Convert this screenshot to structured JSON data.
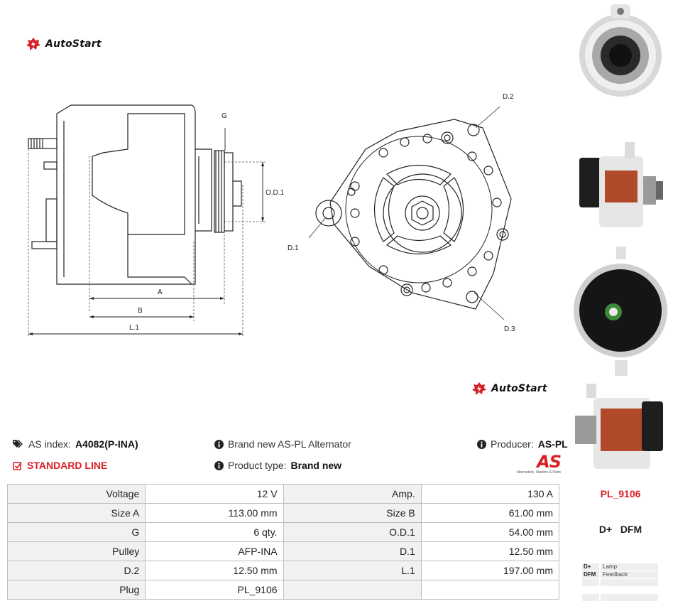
{
  "brand": {
    "name": "AutoStart",
    "color": "#d91f26"
  },
  "drawing": {
    "labels": {
      "g": "G",
      "od1": "O.D.1",
      "a": "A",
      "b": "B",
      "l1": "L.1",
      "d1": "D.1",
      "d2": "D.2",
      "d3": "D.3"
    }
  },
  "info": {
    "as_index_label": "AS index:",
    "as_index_value": "A4082(P-INA)",
    "standard_line": "STANDARD LINE",
    "description": "Brand new AS-PL Alternator",
    "product_type_label": "Product type:",
    "product_type_value": "Brand new",
    "producer_label": "Producer:",
    "producer_value": "AS-PL",
    "producer_logo_text": "AS",
    "producer_tagline": "Alternators, Starters & Parts"
  },
  "specs": [
    [
      "Voltage",
      "12 V",
      "Amp.",
      "130 A"
    ],
    [
      "Size A",
      "113.00 mm",
      "Size B",
      "61.00 mm"
    ],
    [
      "G",
      "6 qty.",
      "O.D.1",
      "54.00 mm"
    ],
    [
      "Pulley",
      "AFP-INA",
      "D.1",
      "12.50 mm"
    ],
    [
      "D.2",
      "12.50 mm",
      "L.1",
      "197.00 mm"
    ],
    [
      "Plug",
      "PL_9106",
      "",
      ""
    ]
  ],
  "sidebar": {
    "plug_code": "PL_9106",
    "terminals": "D+   DFM",
    "legend": [
      {
        "key": "D+",
        "value": "Lamp"
      },
      {
        "key": "DFM",
        "value": "Feedback"
      },
      {
        "key": "",
        "value": ""
      },
      {
        "key": "",
        "value": ""
      }
    ]
  }
}
